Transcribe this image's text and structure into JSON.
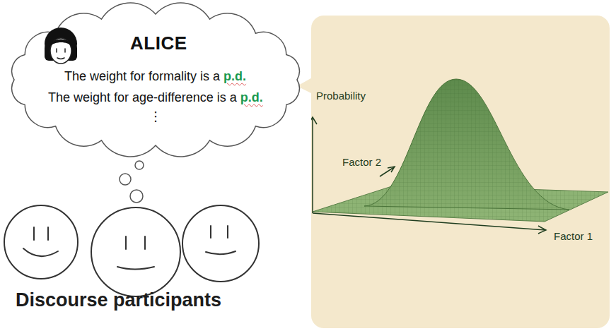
{
  "diagram": {
    "nodes": [
      {
        "text": [
          "ALICE",
          "The weight for formality is a",
          "p.d.",
          "The weight for age-difference is a",
          "p.d.",
          "⋮"
        ]
      },
      {
        "text": [
          "Probability",
          "Factor 2",
          "Factor 1"
        ]
      }
    ],
    "labels": [
      "Discourse participants"
    ]
  }
}
